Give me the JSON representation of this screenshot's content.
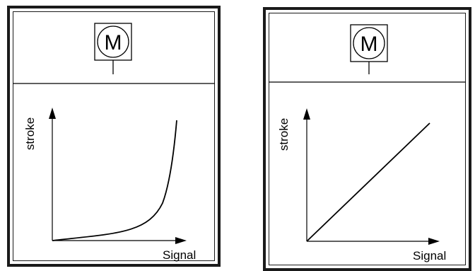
{
  "panels": [
    {
      "motor_label": "M",
      "y_axis_label": "stroke",
      "x_axis_label": "Signal",
      "curve_type": "exponential"
    },
    {
      "motor_label": "M",
      "y_axis_label": "stroke",
      "x_axis_label": "Signal",
      "curve_type": "linear"
    }
  ],
  "colors": {
    "stroke": "#000000",
    "frame": "#1a1a1a",
    "background": "#ffffff"
  }
}
